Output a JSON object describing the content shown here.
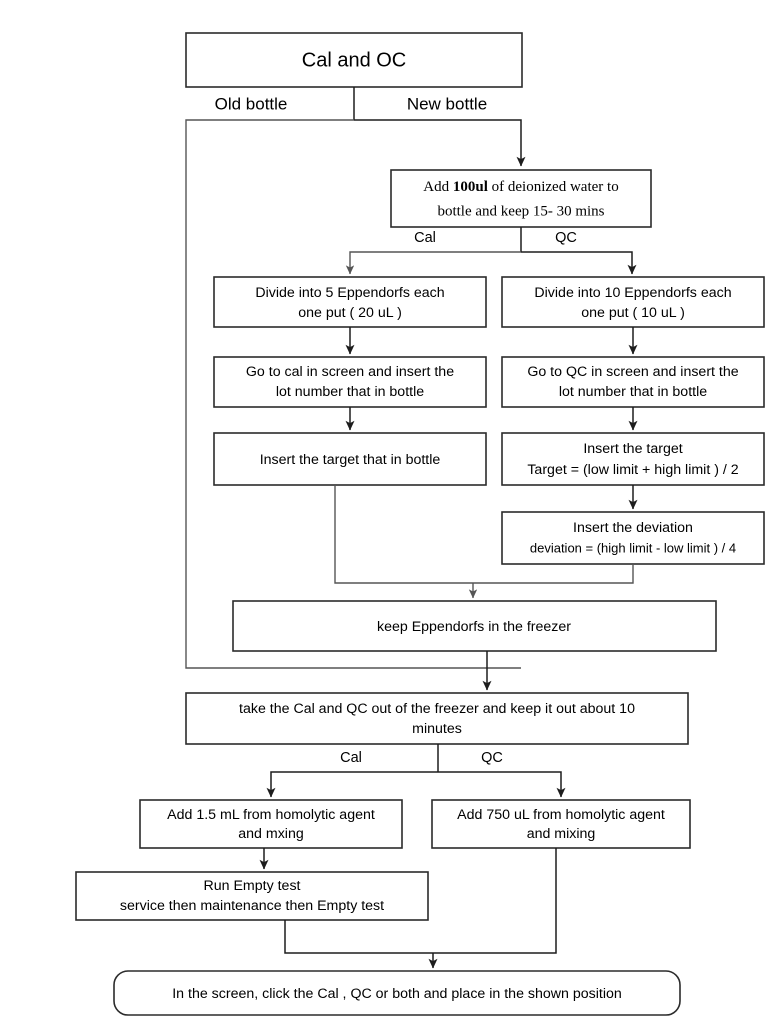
{
  "diagram": {
    "title_node": "Cal and OC",
    "branch_top_left": "Old bottle",
    "branch_top_right": "New bottle",
    "add_water_prefix": "Add ",
    "add_water_bold": "100ul",
    "add_water_suffix": " of deionized water to",
    "add_water_line2": "bottle and keep 15- 30 mins",
    "branch_cal_1": "Cal",
    "branch_qc_1": "QC",
    "cal_divide_l1": "Divide  into 5 Eppendorfs each",
    "cal_divide_l2": "one put ( 20 uL )",
    "qc_divide_l1": "Divide  into 10 Eppendorfs each",
    "qc_divide_l2": "one put ( 10 uL )",
    "cal_lot_l1": "Go to cal in screen and insert the",
    "cal_lot_l2": "lot number that in bottle",
    "qc_lot_l1": "Go to QC in screen and insert the",
    "qc_lot_l2": "lot number that in bottle",
    "cal_target": "Insert the target that in bottle",
    "qc_target_l1": "Insert the target",
    "qc_target_l2": "Target = (low limit + high limit ) / 2",
    "qc_dev_l1": "Insert the deviation",
    "qc_dev_l2": "deviation = (high limit - low limit ) / 4",
    "freezer": "keep Eppendorfs in the freezer",
    "take_out_l1": "take the Cal and QC out of the freezer and keep it out about 10",
    "take_out_l2": "minutes",
    "branch_cal_2": "Cal",
    "branch_qc_2": "QC",
    "cal_agent_l1": "Add 1.5 mL from homolytic agent",
    "cal_agent_l2": "and mxing",
    "qc_agent_l1": "Add 750 uL from homolytic agent",
    "qc_agent_l2": "and mixing",
    "empty_test_l1": "Run Empty test",
    "empty_test_l2": "service  then maintenance then Empty test",
    "final": "In the screen, click the Cal , QC or both and place in the shown position"
  },
  "colors": {
    "stroke": "#2b2b2b",
    "background": "#ffffff",
    "text": "#000000"
  }
}
